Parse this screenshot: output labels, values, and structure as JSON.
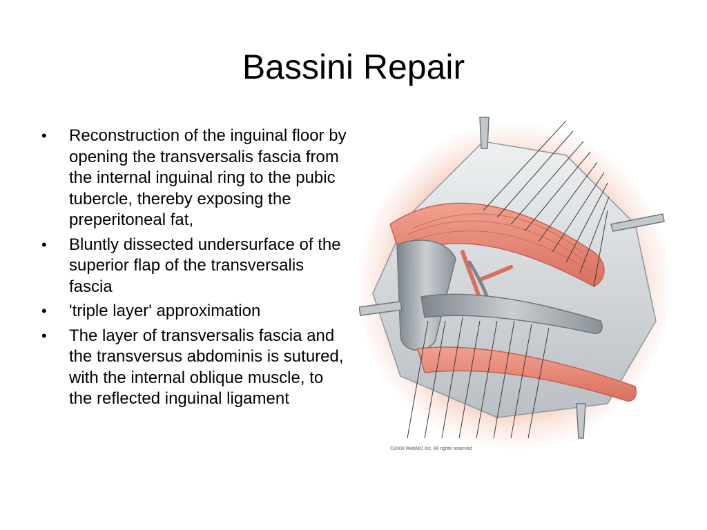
{
  "slide": {
    "title": "Bassini Repair",
    "bullets": [
      {
        "text": "Reconstruction of the inguinal floor by opening the transversalis fascia from the internal inguinal ring to the pubic tubercle, thereby exposing the preperitoneal fat,"
      },
      {
        "text": "Bluntly dissected undersurface of the superior flap of the transversalis fascia"
      },
      {
        "text": "'triple layer' approximation"
      },
      {
        "text": "The layer of transversalis fascia and the transversus abdominis is sutured, with the internal oblique muscle, to the reflected inguinal ligament"
      }
    ],
    "bullet_glyph": "•",
    "figure": {
      "credit": "©2003 WebMD Inc. All rights reserved",
      "colors": {
        "muscle": "#e88a78",
        "muscle_dark": "#c9604f",
        "fascia": "#d8dcdf",
        "fascia_dark": "#8f969c",
        "skin": "#f3c6b6",
        "suture": "#3a3a3a"
      }
    }
  }
}
